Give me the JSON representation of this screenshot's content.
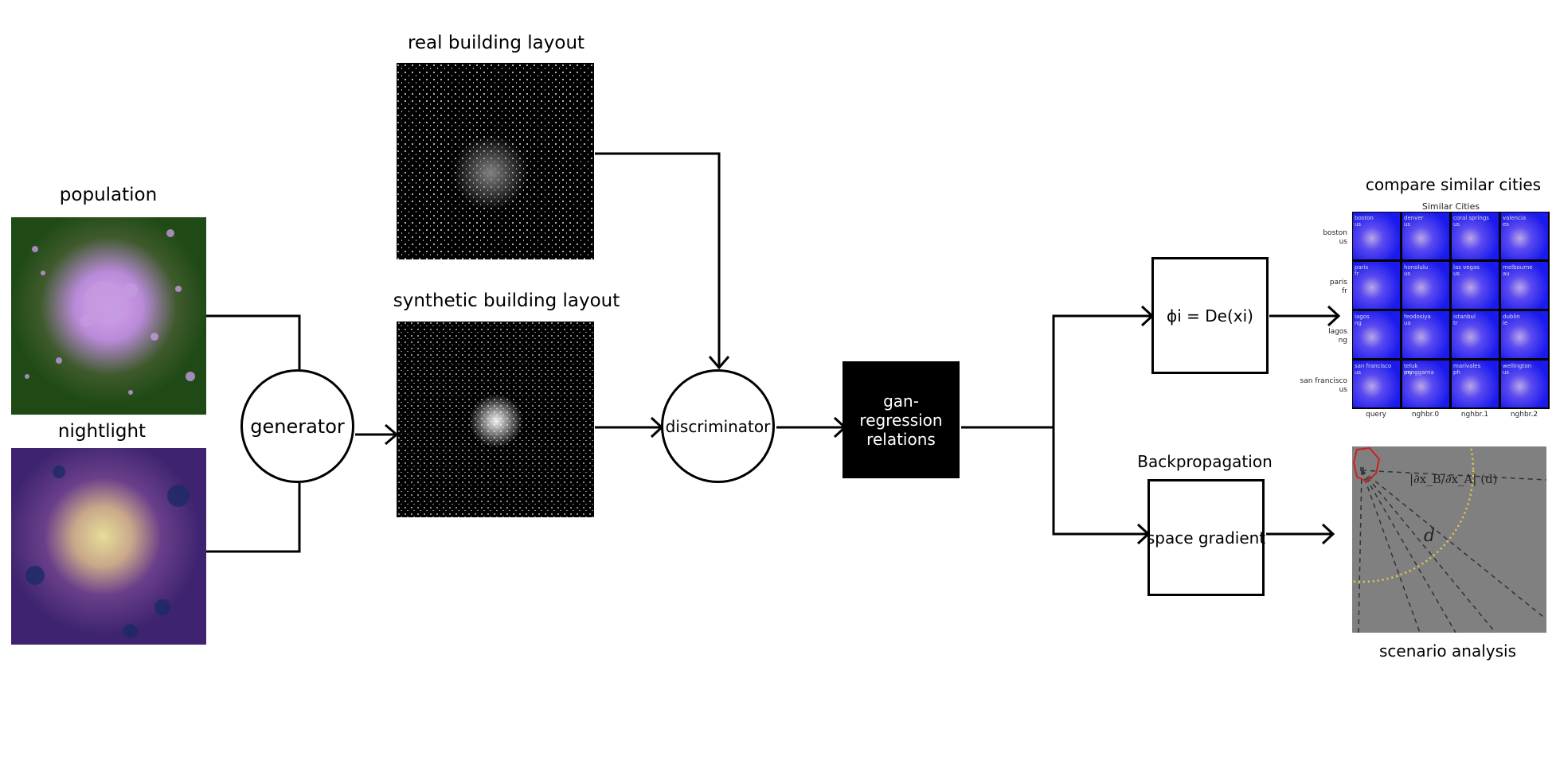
{
  "labels": {
    "population": "population",
    "nightlight": "nightlight",
    "real_layout": "real building layout",
    "synthetic_layout": "synthetic building layout",
    "compare": "compare similar cities",
    "backprop": "Backpropagation",
    "scenario": "scenario analysis"
  },
  "nodes": {
    "generator": "generator",
    "discriminator": "discriminator",
    "gan_regression": [
      "gan-",
      "regression",
      "relations"
    ],
    "phi": "ϕi = De(xi)",
    "space_gradient": "space gradient"
  },
  "similar_cities": {
    "title": "Similar Cities",
    "row_labels": [
      [
        "boston",
        "us"
      ],
      [
        "paris",
        "fr"
      ],
      [
        "lagos",
        "ng"
      ],
      [
        "san francisco",
        "us"
      ]
    ],
    "col_labels": [
      "query",
      "nghbr.0",
      "nghbr.1",
      "nghbr.2"
    ],
    "cells": [
      [
        [
          "boston",
          "us"
        ],
        [
          "denver",
          "us"
        ],
        [
          "coral springs",
          "us"
        ],
        [
          "valencia",
          "es"
        ]
      ],
      [
        [
          "paris",
          "fr"
        ],
        [
          "honolulu",
          "us"
        ],
        [
          "las vegas",
          "us"
        ],
        [
          "melbourne",
          "au"
        ]
      ],
      [
        [
          "lagos",
          "ng"
        ],
        [
          "feodosiya",
          "ua"
        ],
        [
          "istanbul",
          "tr"
        ],
        [
          "dublin",
          "ie"
        ]
      ],
      [
        [
          "san francisco",
          "us"
        ],
        [
          "teluk penggarna",
          "my"
        ],
        [
          "marivales",
          "ph"
        ],
        [
          "wellington",
          "us"
        ]
      ]
    ]
  },
  "scenario_plot": {
    "derivative_label": "|∂x_B/∂x_A| (d)",
    "distance_label": "d"
  },
  "colors": {
    "population_bg": "#1f4a16",
    "nightlight_bg": "#3e2470",
    "tile_blue": "#1a1aee",
    "scenario_bg": "#808080",
    "circle_dotted": "#e6c84a",
    "marker_red": "#cc2222"
  }
}
